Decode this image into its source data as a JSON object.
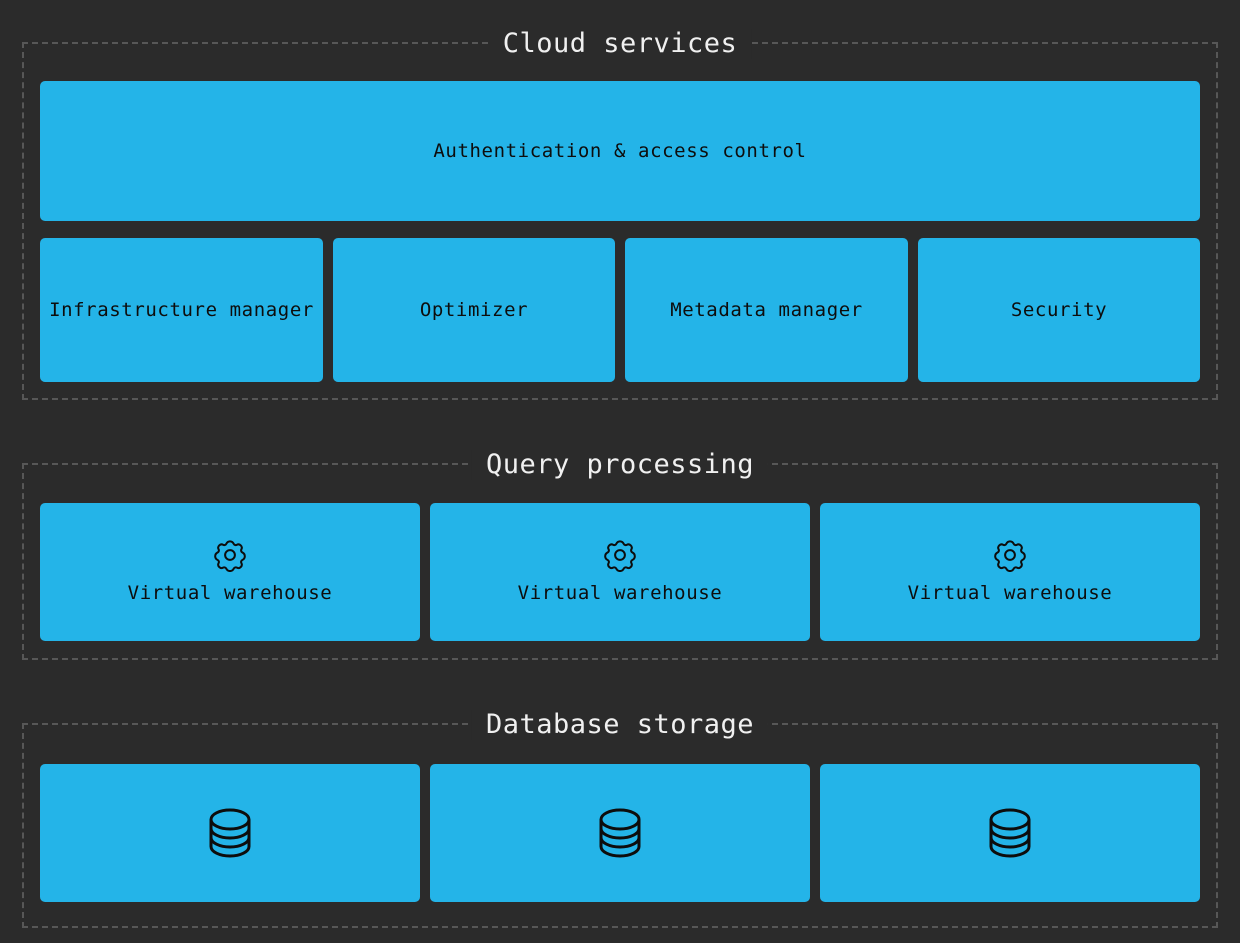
{
  "theme": {
    "background": "#2b2b2b",
    "node_fill": "#24b4e8",
    "node_text": "#0d0d0d",
    "border_dashed": "#575757",
    "title_text": "#f0f0f0"
  },
  "diagram": {
    "type": "architecture-layers",
    "sections": [
      {
        "title": "Cloud services",
        "rows": [
          {
            "nodes": [
              {
                "label": "Authentication & access control",
                "icon": null
              }
            ]
          },
          {
            "nodes": [
              {
                "label": "Infrastructure manager",
                "icon": null
              },
              {
                "label": "Optimizer",
                "icon": null
              },
              {
                "label": "Metadata manager",
                "icon": null
              },
              {
                "label": "Security",
                "icon": null
              }
            ]
          }
        ]
      },
      {
        "title": "Query processing",
        "rows": [
          {
            "nodes": [
              {
                "label": "Virtual warehouse",
                "icon": "gear-icon"
              },
              {
                "label": "Virtual warehouse",
                "icon": "gear-icon"
              },
              {
                "label": "Virtual warehouse",
                "icon": "gear-icon"
              }
            ]
          }
        ]
      },
      {
        "title": "Database storage",
        "rows": [
          {
            "nodes": [
              {
                "label": "",
                "icon": "database-icon"
              },
              {
                "label": "",
                "icon": "database-icon"
              },
              {
                "label": "",
                "icon": "database-icon"
              }
            ]
          }
        ]
      }
    ]
  }
}
